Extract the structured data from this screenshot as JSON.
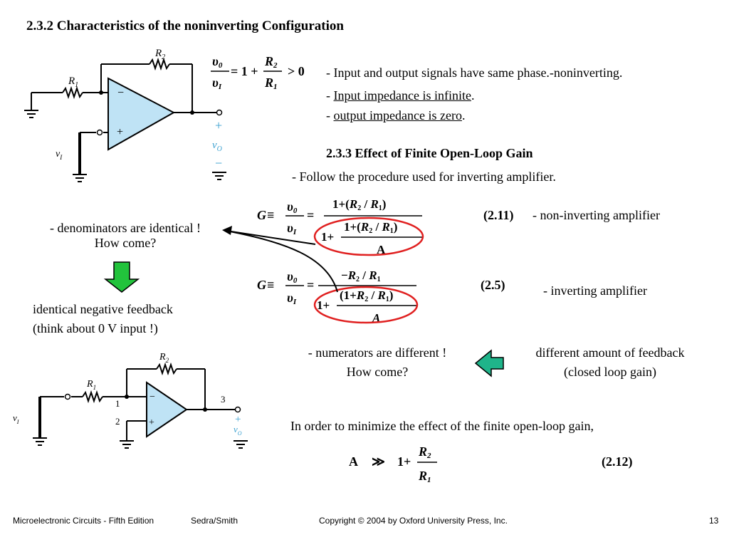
{
  "slide": {
    "heading": "2.3.2 Characteristics of the noninverting Configuration",
    "circuit1": {
      "r2": "R",
      "r2_sub": "2",
      "r1": "R",
      "r1_sub": "1",
      "vi": "v",
      "vi_sub": "I",
      "plus": "+",
      "minus": "−",
      "vo": "v",
      "vo_sub": "O",
      "op_minus": "−",
      "op_plus": "+"
    },
    "gain_eq": {
      "num": "υ",
      "num_sub": "0",
      "den": "υ",
      "den_sub": "I",
      "eq": "= 1 +",
      "frac_num": "R",
      "frac_num_sub": "2",
      "frac_den": "R",
      "frac_den_sub": "1",
      "rel": "> 0"
    },
    "bullets": [
      {
        "prefix": "- ",
        "text": "Input and output signals have same phase.-noninverting.",
        "suffix": ""
      },
      {
        "prefix": "- ",
        "text": "Input impedance is infinite",
        "suffix": "."
      },
      {
        "prefix": "- ",
        "text": "output impedance is zero",
        "suffix": "."
      }
    ],
    "section2_heading": "2.3.3 Effect of Finite Open-Loop Gain",
    "procedure_note": "- Follow the procedure used for inverting amplifier.",
    "eq211": {
      "label": "(2.11)",
      "desc": "- non-inverting amplifier"
    },
    "eq25": {
      "label": "(2.5)",
      "desc": "- inverting amplifier"
    },
    "left_note": {
      "line1": "- denominators are identical !",
      "line2": "How come?"
    },
    "feedback_note": {
      "line1": "identical negative feedback",
      "line2": "(think about 0 V input !)"
    },
    "numerator_note": {
      "line1": "- numerators are different !",
      "line2": "How come?"
    },
    "feedback_amount": {
      "line1": "different amount of feedback",
      "line2": "(closed loop gain)"
    },
    "circuit2": {
      "r2": "R",
      "r2_sub": "2",
      "r1": "R",
      "r1_sub": "1",
      "n1": "1",
      "n2": "2",
      "n3": "3",
      "vi": "v",
      "vi_sub": "I",
      "vo": "v",
      "vo_sub": "O",
      "plus": "+",
      "minus": "−"
    },
    "minimize_note": "In order to minimize the effect of the finite open-loop gain,",
    "eq212": {
      "lhs": "A",
      "rel": "≫",
      "one_plus": "1+",
      "label": "(2.12)"
    }
  },
  "footer": {
    "book": "Microelectronic Circuits - Fifth Edition",
    "authors": "Sedra/Smith",
    "copyright": "Copyright © 2004 by Oxford University Press, Inc.",
    "page": "13"
  },
  "colors": {
    "opamp_fill": "#bfe3f5",
    "ellipse": "#e02020",
    "arrow_green": "#22c33c",
    "arrow_teal": "#1fb48a",
    "vo_label": "#3aa0d0"
  }
}
